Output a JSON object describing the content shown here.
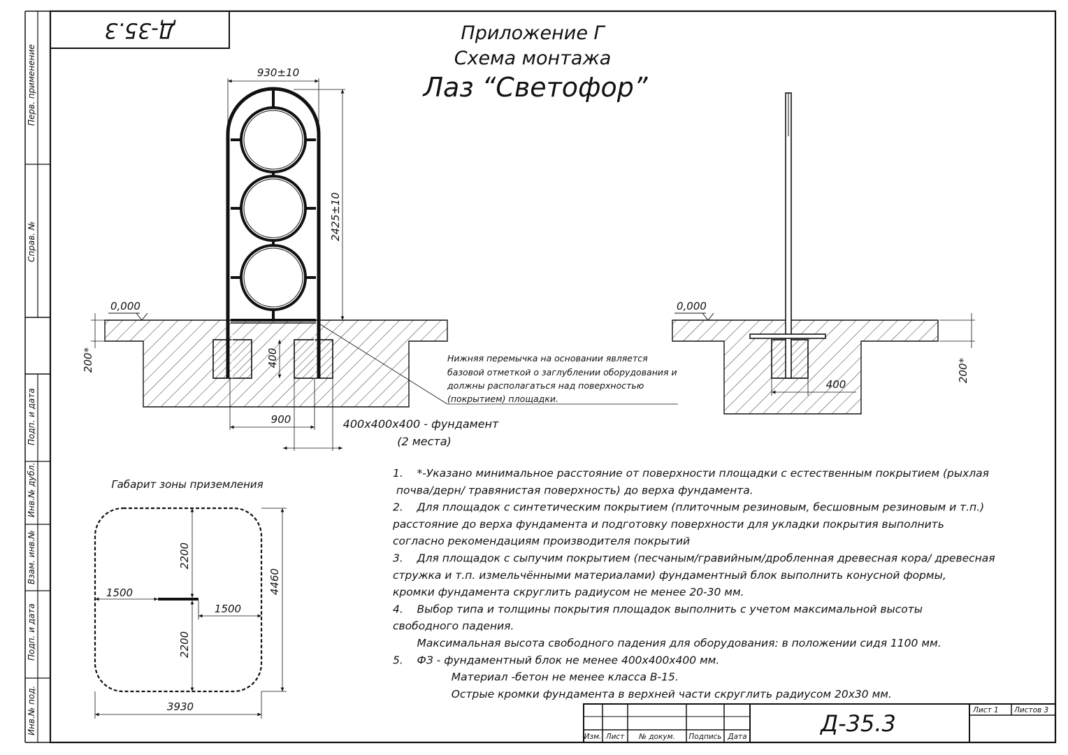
{
  "stamp_code": "Д-35.3",
  "header": {
    "line1": "Приложение Г",
    "line2": "Схема монтажа",
    "line3": "Лаз “Светофор”"
  },
  "side_labels": {
    "perv_primenenie": "Перв. применение",
    "sprav_no": "Справ. №",
    "podp_data_1": "Подп. и дата",
    "inv_dubl": "Инв.№ дубл.",
    "vzam_inv": "Взам. инв.№",
    "podp_data_2": "Подп. и дата",
    "inv_pod": "Инв.№ под."
  },
  "front_view": {
    "width_dim": "930±10",
    "height_dim": "2425±10",
    "level": "0,000",
    "depth_dim": "200*",
    "found_height": "400",
    "post_spacing": "900",
    "foundation_label": "400x400x400 - фундамент",
    "foundation_count": "(2 места)",
    "note_line1": "Нижняя перемычка на основании является",
    "note_line2": "базовой отметкой о заглублении оборудования и",
    "note_line3": "должны располагаться над поверхностью",
    "note_line4": "(покрытием) площадки."
  },
  "side_view": {
    "level": "0,000",
    "found_width": "400",
    "depth_dim": "200*"
  },
  "zone": {
    "title": "Габарит зоны приземления",
    "top_dim": "2200",
    "bottom_dim": "2200",
    "left_dim": "1500",
    "right_dim": "1500",
    "width_dim": "3930",
    "height_dim": "4460"
  },
  "notes": [
    "1.    *-Указано минимальное расстояние от поверхности площадки с естественным покрытием (рыхлая",
    " почва/дерн/ травянистая поверхность) до верха фундамента.",
    "2.    Для площадок с синтетическим покрытием (плиточным резиновым, бесшовным резиновым и т.п.)",
    "расстояние до верха фундамента и подготовку поверхности для укладки покрытия выполнить",
    "согласно рекомендациям производителя покрытий",
    "3.    Для площадок с сыпучим покрытием (песчаным/гравийным/дробленная древесная кора/ древесная",
    "стружка и т.п. измельчёнными материалами) фундаментный блок выполнить конусной формы,",
    "кромки фундамента скруглить радиусом не менее 20-30 мм.",
    "4.    Выбор типа и толщины покрытия площадок выполнить с учетом максимальной высоты",
    "свободного падения.",
    "       Максимальная высота свободного падения для оборудования: в положении сидя 1100 мм.",
    "5.    ФЗ - фундаментный блок не менее 400х400х400 мм.",
    "                 Материал -бетон не менее класса В-15.",
    "                 Острые кромки фундамента в верхней части скруглить радиусом 20х30 мм."
  ],
  "title_block": {
    "code": "Д-35.3",
    "izm": "Изм.",
    "list": "Лист",
    "dokum": "№ докум.",
    "podpis": "Подпись",
    "data": "Дата",
    "sheet": "Лист 1",
    "sheets": "Листов 3"
  }
}
